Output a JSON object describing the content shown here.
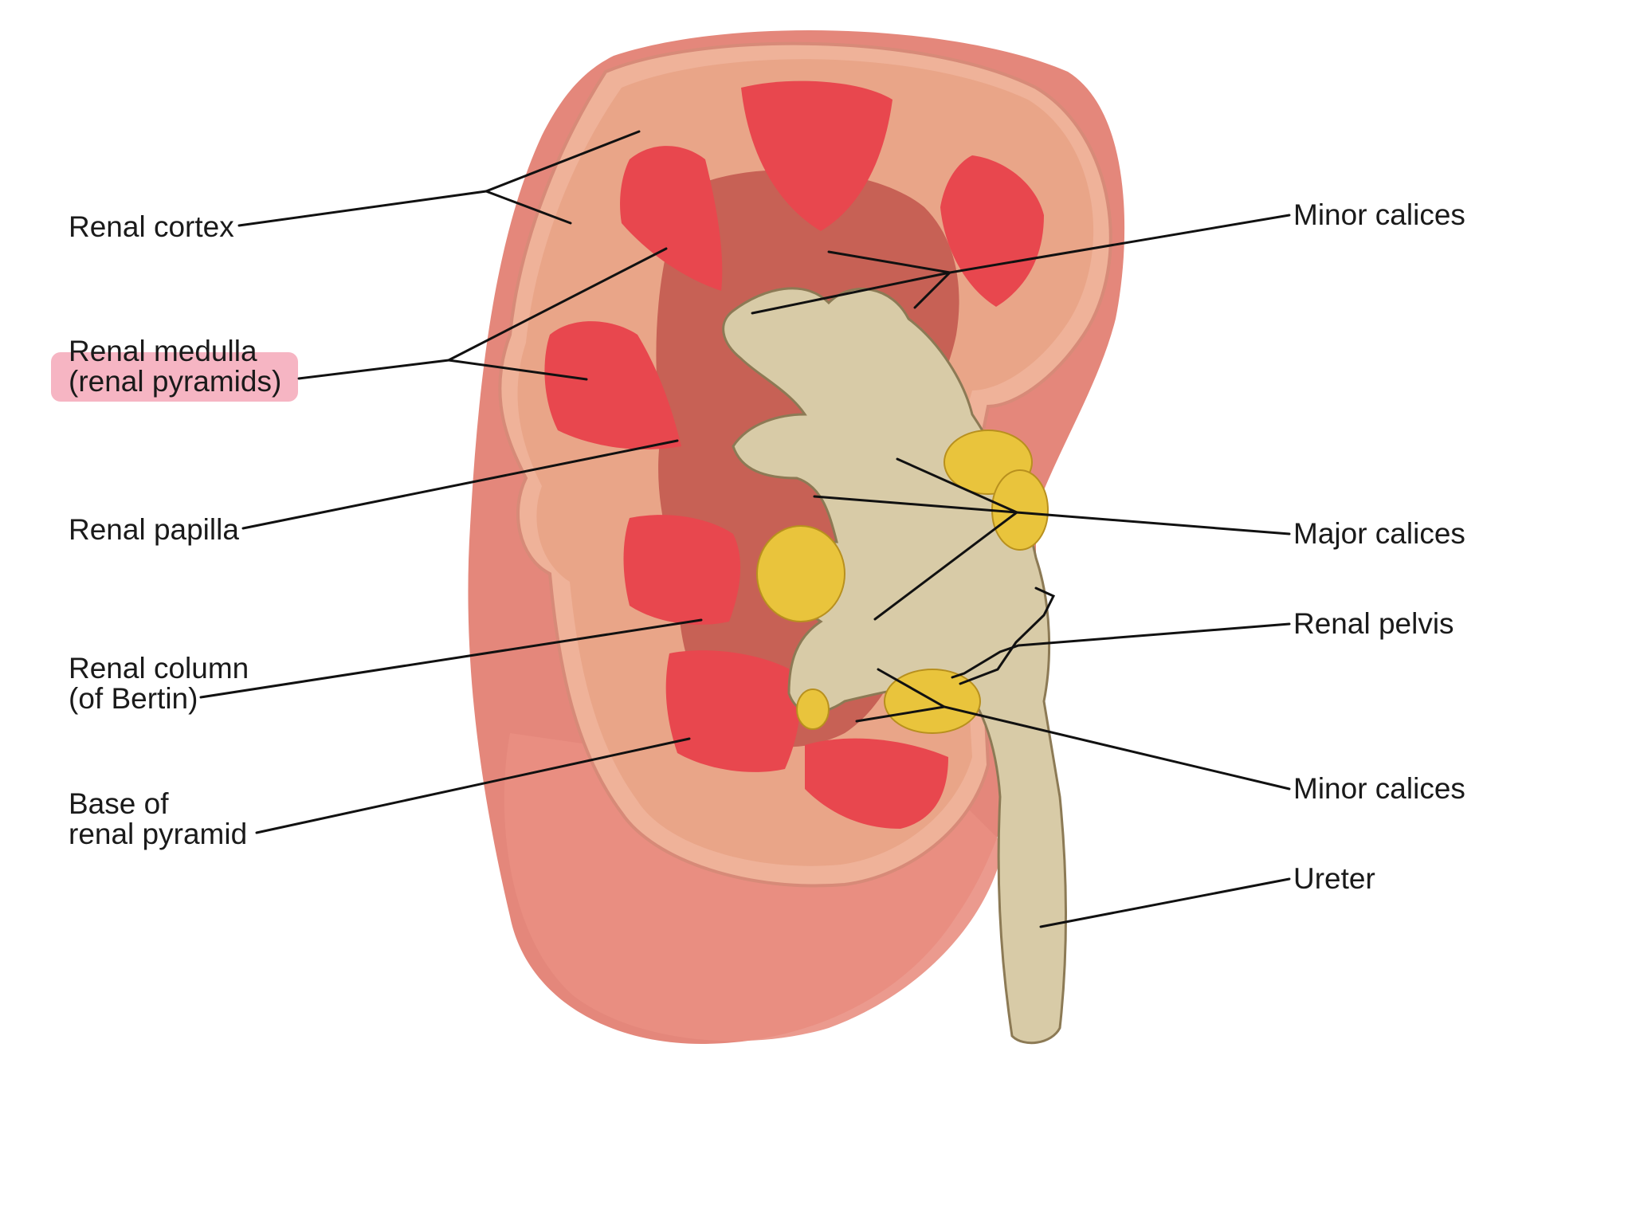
{
  "labels": {
    "renal_cortex": "Renal cortex",
    "renal_medulla_line1": "Renal medulla",
    "renal_medulla_line2": "(renal pyramids)",
    "renal_papilla": "Renal papilla",
    "renal_column_line1": "Renal column",
    "renal_column_line2": "(of Bertin)",
    "base_line1": "Base of",
    "base_line2": "renal pyramid",
    "minor_calices_upper": "Minor calices",
    "major_calices": "Major calices",
    "renal_pelvis": "Renal pelvis",
    "minor_calices_lower": "Minor calices",
    "ureter": "Ureter"
  },
  "highlight": {
    "target": "renal_medulla_line2",
    "color": "#f4a3b4"
  },
  "colors": {
    "capsule": "#e7a28d",
    "cortex": "#e9a588",
    "medulla": "#e8474e",
    "pelvis": "#d8cba7",
    "fat": "#e9c43c",
    "outer_surface": "#e7897d"
  }
}
